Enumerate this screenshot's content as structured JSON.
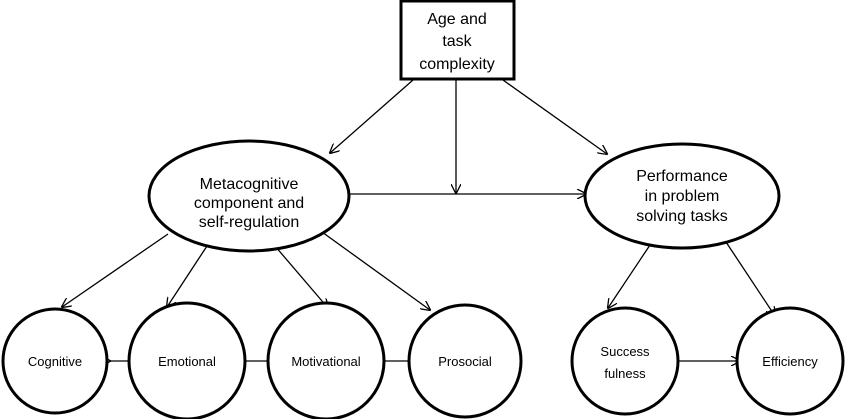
{
  "top_box": {
    "lines": [
      "Age and",
      "task",
      "complexity"
    ]
  },
  "metacognitive": {
    "lines": [
      "Metacognitive",
      "component and",
      "self-regulation"
    ]
  },
  "performance": {
    "lines": [
      "Performance",
      "in problem",
      "solving tasks"
    ]
  },
  "components": {
    "cognitive": "Cognitive",
    "emotional": "Emotional",
    "motivational": "Motivational",
    "prosocial": "Prosocial"
  },
  "outcomes": {
    "successfulness": [
      "Success",
      "fulness"
    ],
    "efficiency": "Efficiency"
  }
}
